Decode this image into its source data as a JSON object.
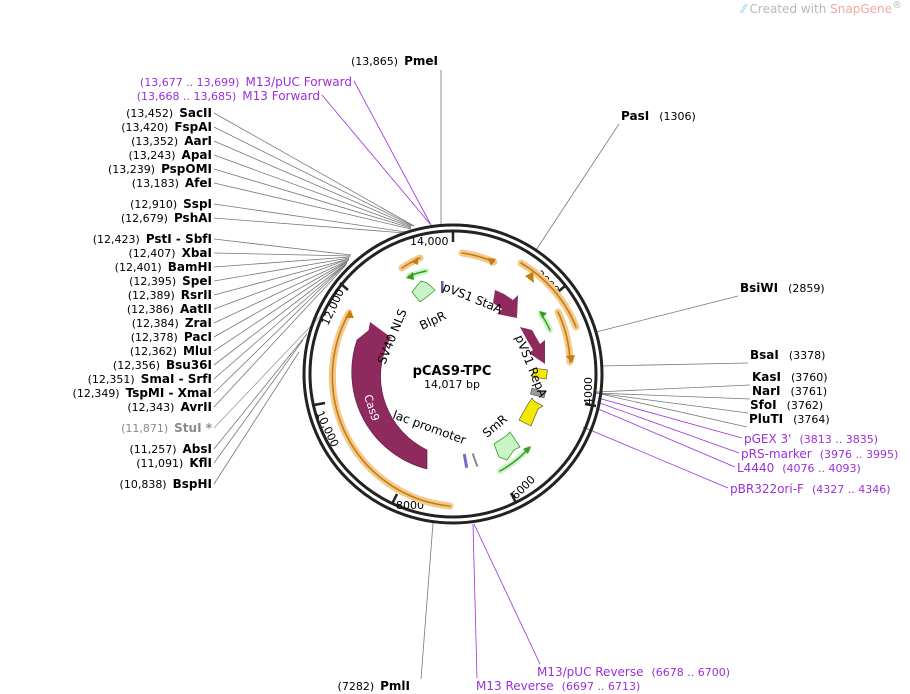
{
  "watermark": {
    "prefix": "Created with ",
    "brand": "SnapGene",
    "reg": "®"
  },
  "plasmid": {
    "name": "pCAS9-TPC",
    "length_label": "14,017 bp"
  },
  "ticks": [
    "2000",
    "4000",
    "6000",
    "8000",
    "10,000",
    "12,000",
    "14,000"
  ],
  "left_sites": [
    {
      "coord": "(13,452)",
      "name": "SacII"
    },
    {
      "coord": "(13,420)",
      "name": "FspAI"
    },
    {
      "coord": "(13,352)",
      "name": "AarI"
    },
    {
      "coord": "(13,243)",
      "name": "ApaI"
    },
    {
      "coord": "(13,239)",
      "name": "PspOMI"
    },
    {
      "coord": "(13,183)",
      "name": "AfeI"
    },
    {
      "coord": "(12,910)",
      "name": "SspI"
    },
    {
      "coord": "(12,679)",
      "name": "PshAI"
    },
    {
      "coord": "(12,423)",
      "name": "PstI  - SbfI"
    },
    {
      "coord": "(12,407)",
      "name": "XbaI"
    },
    {
      "coord": "(12,401)",
      "name": "BamHI"
    },
    {
      "coord": "(12,395)",
      "name": "SpeI"
    },
    {
      "coord": "(12,389)",
      "name": "RsrII"
    },
    {
      "coord": "(12,386)",
      "name": "AatII"
    },
    {
      "coord": "(12,384)",
      "name": "ZraI"
    },
    {
      "coord": "(12,378)",
      "name": "PacI"
    },
    {
      "coord": "(12,362)",
      "name": "MluI"
    },
    {
      "coord": "(12,356)",
      "name": "Bsu36I"
    },
    {
      "coord": "(12,351)",
      "name": "SmaI  - SrfI"
    },
    {
      "coord": "(12,349)",
      "name": "TspMI  - XmaI"
    },
    {
      "coord": "(12,343)",
      "name": "AvrII"
    },
    {
      "coord": "(11,871)",
      "name": "StuI *"
    },
    {
      "coord": "(11,257)",
      "name": "AbsI"
    },
    {
      "coord": "(11,091)",
      "name": "KflI"
    },
    {
      "coord": "(10,838)",
      "name": "BspHI"
    }
  ],
  "top_sites": [
    {
      "coord": "(13,865)",
      "name": "PmeI"
    }
  ],
  "top_primers": [
    {
      "range": "(13,677 .. 13,699)",
      "name": "M13/pUC Forward"
    },
    {
      "range": "(13,668 .. 13,685)",
      "name": "M13 Forward"
    }
  ],
  "right_sites": [
    {
      "name": "PasI",
      "coord": "(1306)"
    },
    {
      "name": "BsiWI",
      "coord": "(2859)"
    },
    {
      "name": "BsaI",
      "coord": "(3378)"
    },
    {
      "name": "KasI",
      "coord": "(3760)"
    },
    {
      "name": "NarI",
      "coord": "(3761)"
    },
    {
      "name": "SfoI",
      "coord": "(3762)"
    },
    {
      "name": "PluTI",
      "coord": "(3764)"
    }
  ],
  "right_primers": [
    {
      "name": "pGEX 3'",
      "range": "(3813 .. 3835)"
    },
    {
      "name": "pRS-marker",
      "range": "(3976 .. 3995)"
    },
    {
      "name": "L4440",
      "range": "(4076 .. 4093)"
    },
    {
      "name": "pBR322ori-F",
      "range": "(4327 .. 4346)"
    }
  ],
  "bottom_sites": [
    {
      "coord": "(7282)",
      "name": "PmlI"
    }
  ],
  "bottom_primers": [
    {
      "name": "M13/pUC Reverse",
      "range": "(6678 .. 6700)"
    },
    {
      "name": "M13 Reverse",
      "range": "(6697 .. 6713)"
    }
  ],
  "features": {
    "pvs1_staa": "pVS1 StaA",
    "pvs1_repa": "pVS1 RepA",
    "blpr": "BlpR",
    "sv40_nls": "SV40 NLS",
    "cas9": "Cas9",
    "lac_promoter": "lac promoter",
    "smr": "SmR"
  },
  "colors": {
    "site": "#000000",
    "primer": "#9b30d9",
    "ring": "#222222",
    "cas9": "#8f2a5e",
    "yellow": "#f5e800",
    "green_light": "#c7f5c7",
    "orange_outline": "#f4c98c",
    "orange_arrow": "#c57d10",
    "green_arrow": "#3a9c1f",
    "grey": "#9a9a9a"
  }
}
